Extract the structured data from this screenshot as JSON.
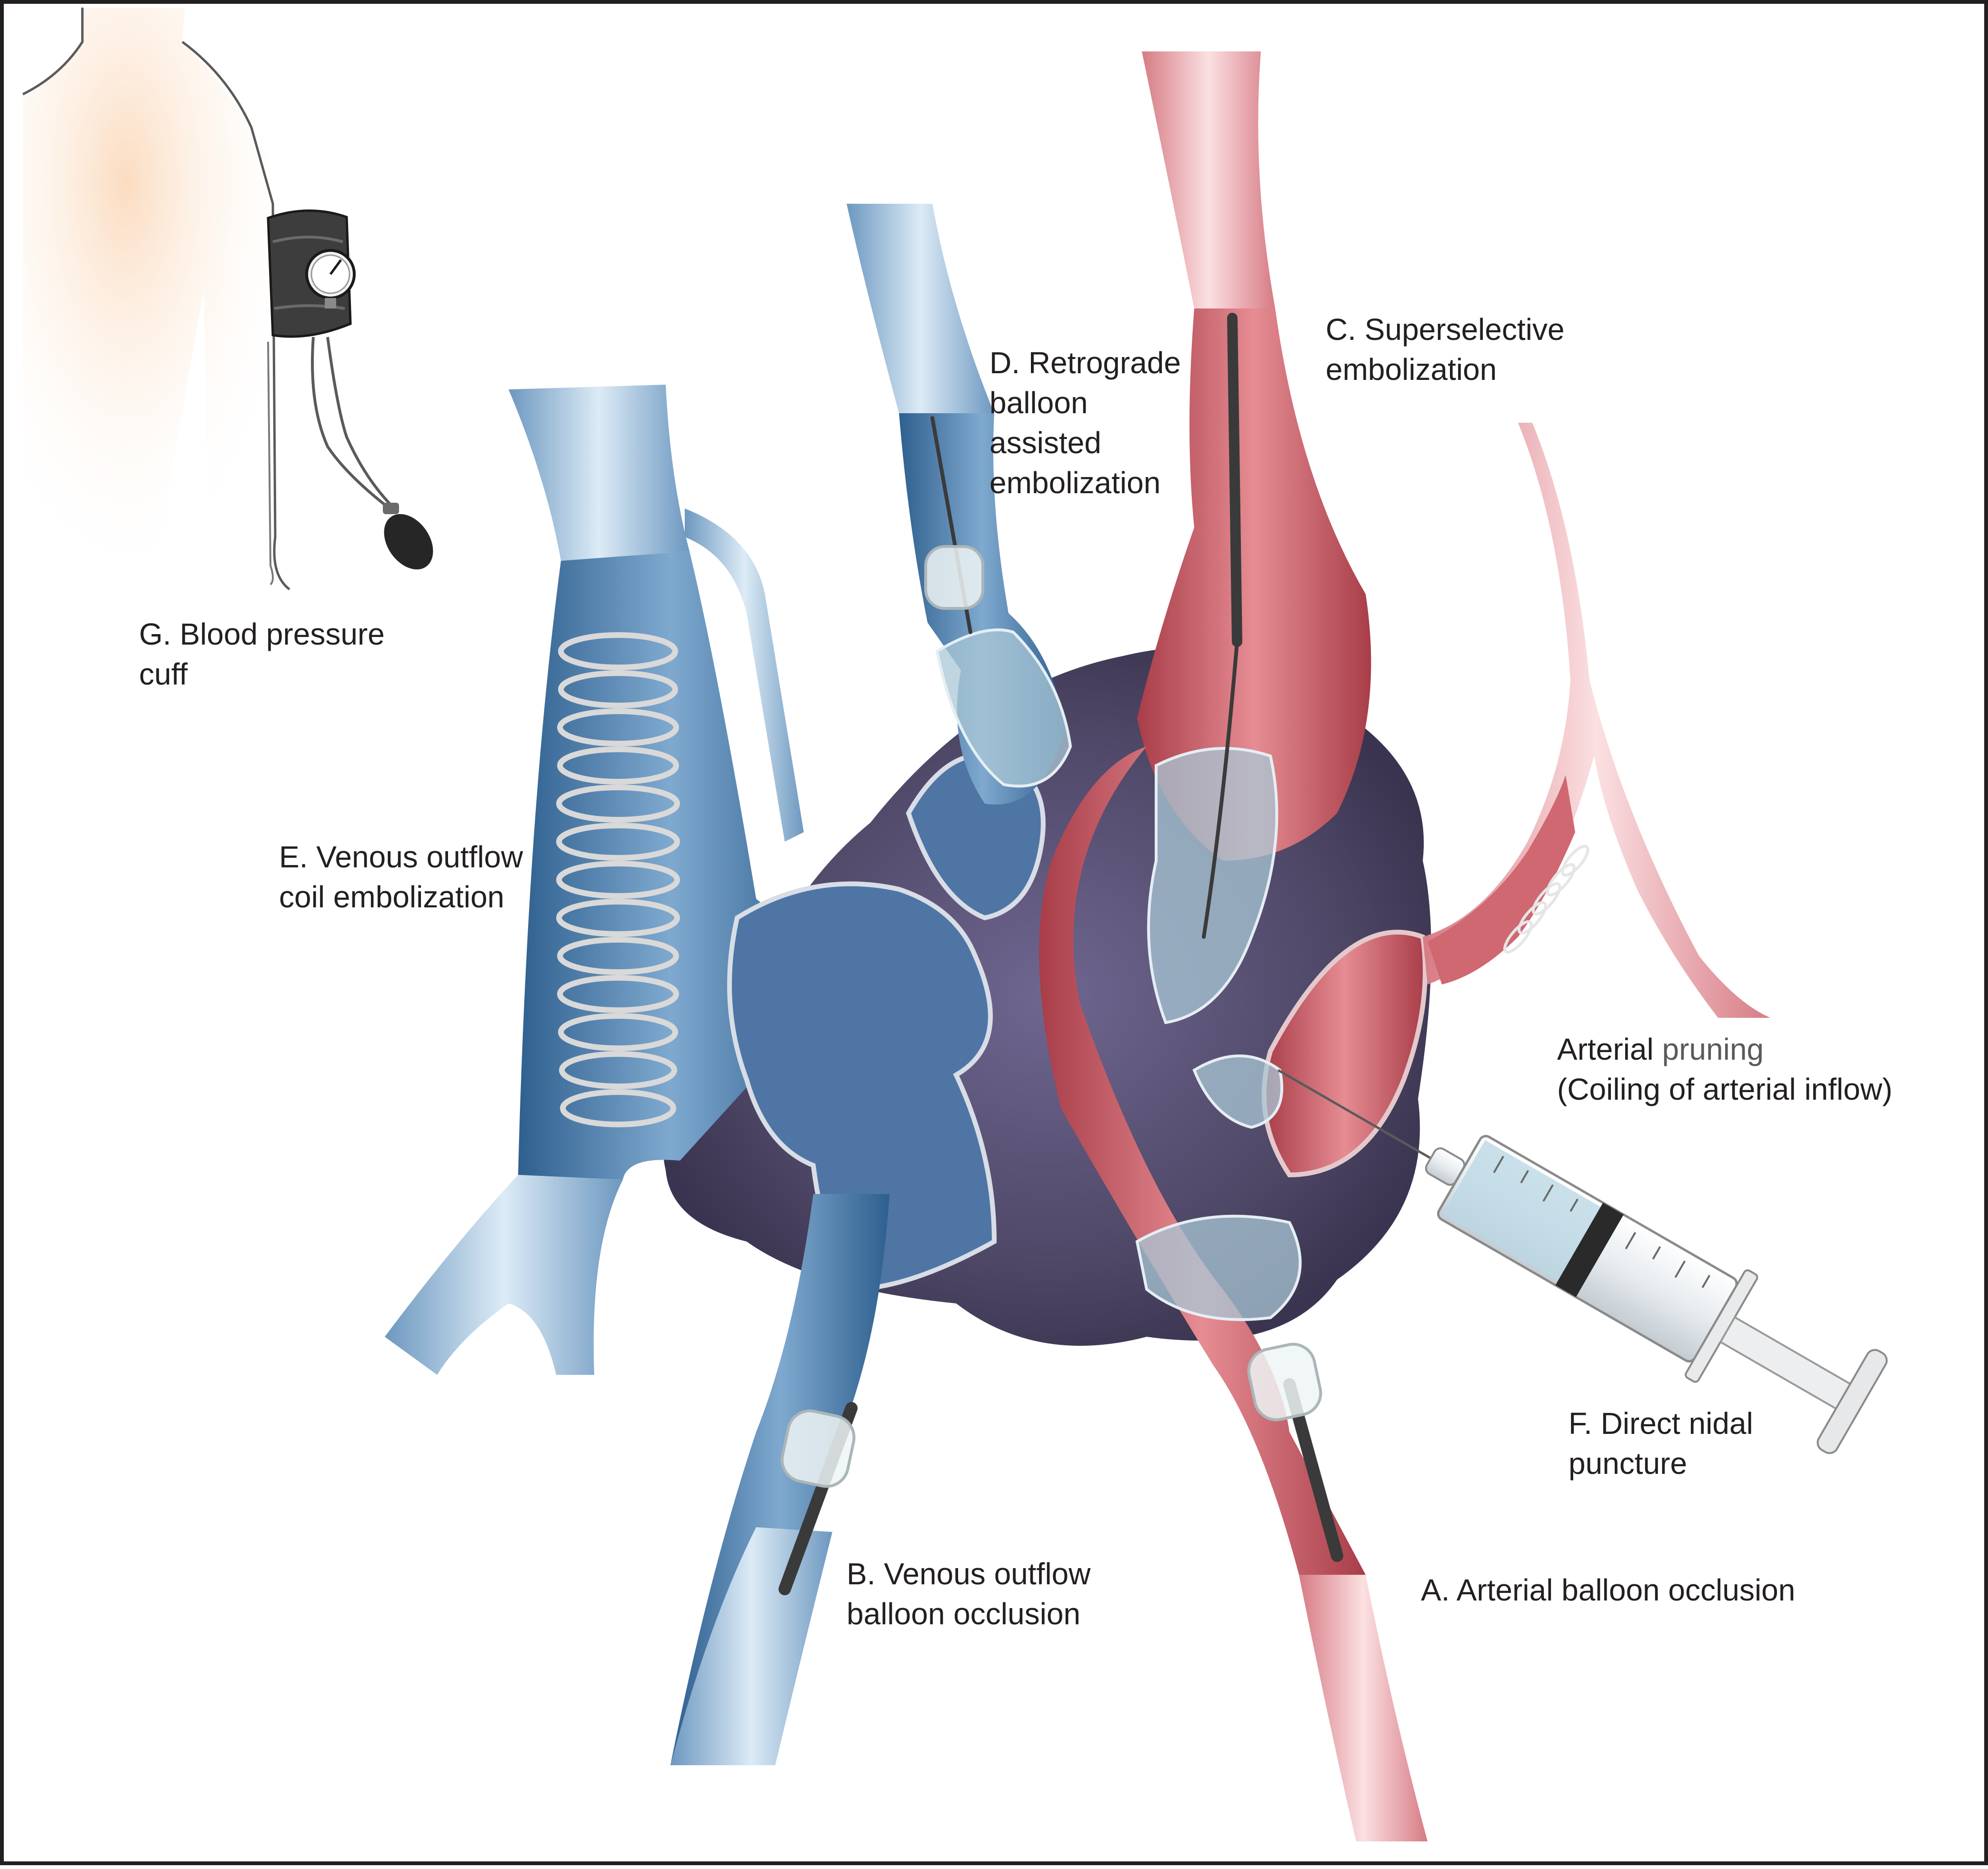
{
  "figure": {
    "colors": {
      "vein": "#3f6f9c",
      "vein_light": "#9dc0dc",
      "artery": "#c9555f",
      "artery_light": "#eba9ae",
      "nidus": "#4e4766",
      "embolic": "#a9c7d6",
      "skin": "#fbe3cc",
      "text": "#231f20"
    },
    "labels": {
      "g": [
        "G. Blood pressure",
        "cuff"
      ],
      "e": [
        "E. Venous outflow",
        "coil embolization"
      ],
      "d": [
        "D. Retrograde",
        "balloon",
        "assisted",
        "embolization"
      ],
      "c": [
        "C. Superselective",
        "embolization"
      ],
      "pruning": {
        "line1_a": "Arterial ",
        "line1_b": "pruning",
        "line2": "(Coiling of arterial inflow)"
      },
      "f": [
        "F. Direct nidal",
        "puncture"
      ],
      "b": [
        "B. Venous outflow",
        "balloon occlusion"
      ],
      "a": [
        "A. Arterial balloon occlusion"
      ]
    },
    "icons": [
      "arm-icon",
      "blood-pressure-cuff-icon",
      "pressure-gauge-icon",
      "inflation-bulb-icon",
      "coil-icon",
      "balloon-icon",
      "catheter-icon",
      "syringe-icon",
      "nidus-icon"
    ]
  }
}
